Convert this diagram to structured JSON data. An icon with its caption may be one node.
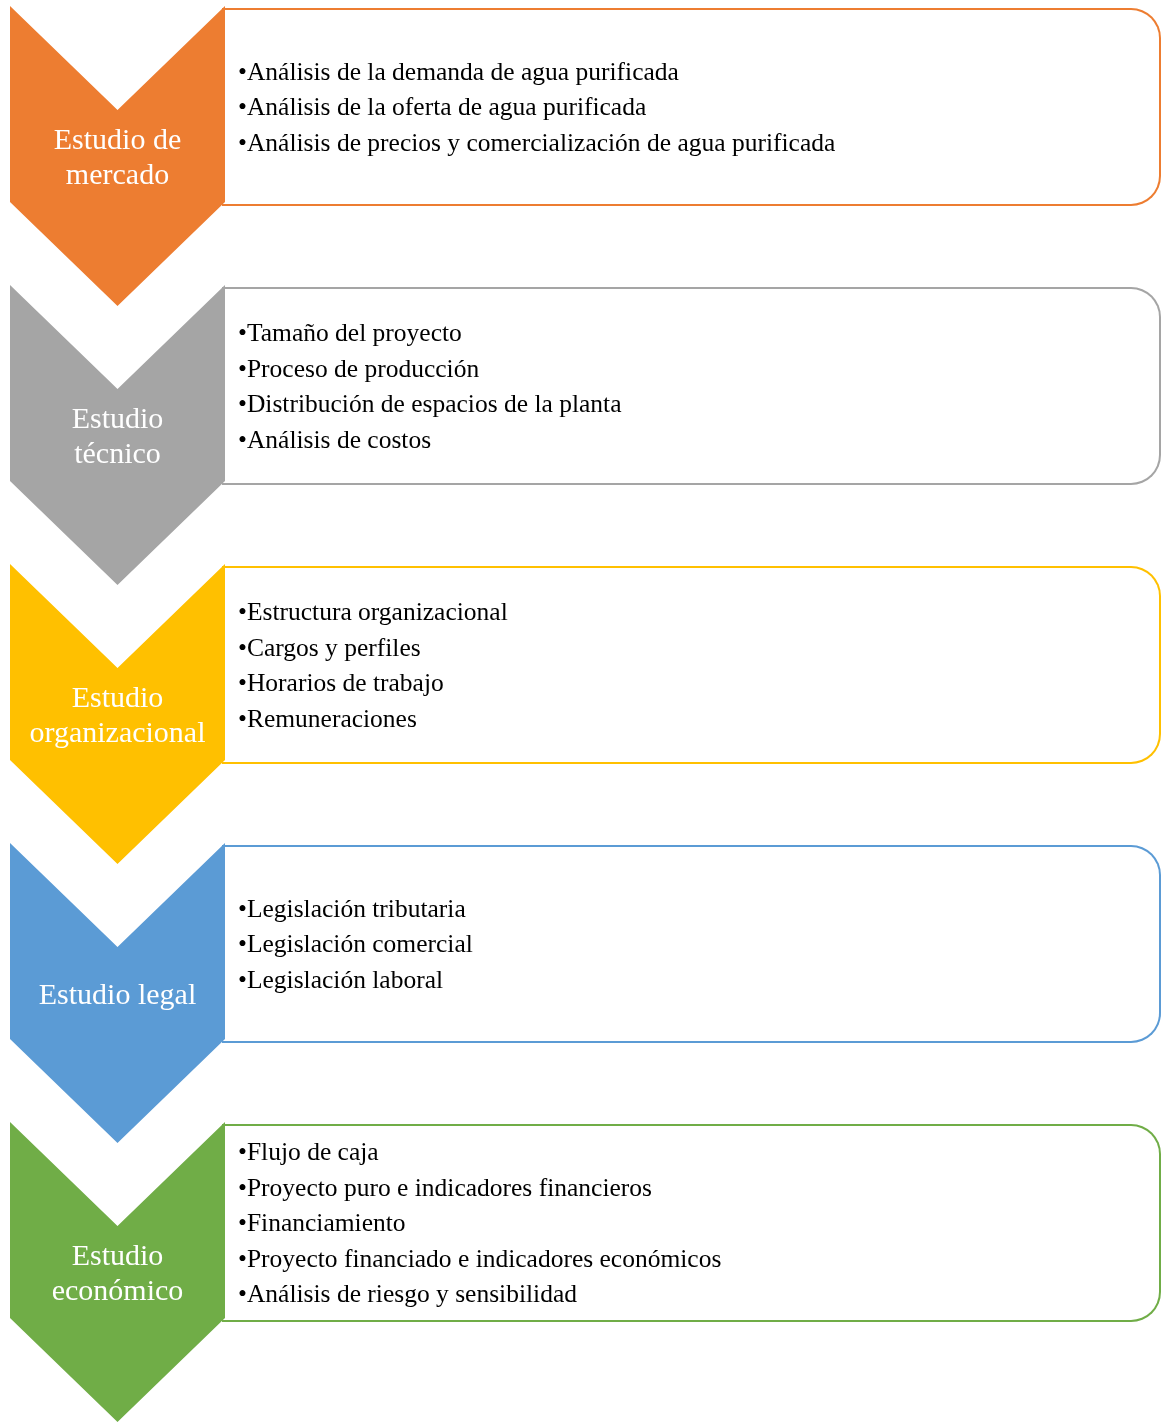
{
  "diagram": {
    "nodes": [
      {
        "text": [
          "Estudio de mercado"
        ]
      },
      {
        "text": [
          "•Análisis de la demanda de agua purificada",
          "•Análisis de la oferta de agua purificada",
          "•Análisis de precios y comercialización de agua purificada"
        ]
      },
      {
        "text": [
          "Estudio técnico"
        ]
      },
      {
        "text": [
          "•Tamaño del proyecto",
          "•Proceso de producción",
          "•Distribución de espacios de la planta",
          "•Análisis de costos"
        ]
      },
      {
        "text": [
          "Estudio organizacional"
        ]
      },
      {
        "text": [
          "•Estructura organizacional",
          "•Cargos y perfiles",
          "•Horarios de trabajo",
          "•Remuneraciones"
        ]
      },
      {
        "text": [
          "Estudio legal"
        ]
      },
      {
        "text": [
          "•Legislación tributaria",
          "•Legislación comercial",
          "•Legislación laboral"
        ]
      },
      {
        "text": [
          "Estudio económico"
        ]
      },
      {
        "text": [
          "•Flujo de caja",
          "•Proyecto puro e indicadores financieros",
          "•Financiamiento",
          "•Proyecto financiado e indicadores económicos",
          "•Análisis de riesgo y sensibilidad"
        ]
      }
    ]
  }
}
